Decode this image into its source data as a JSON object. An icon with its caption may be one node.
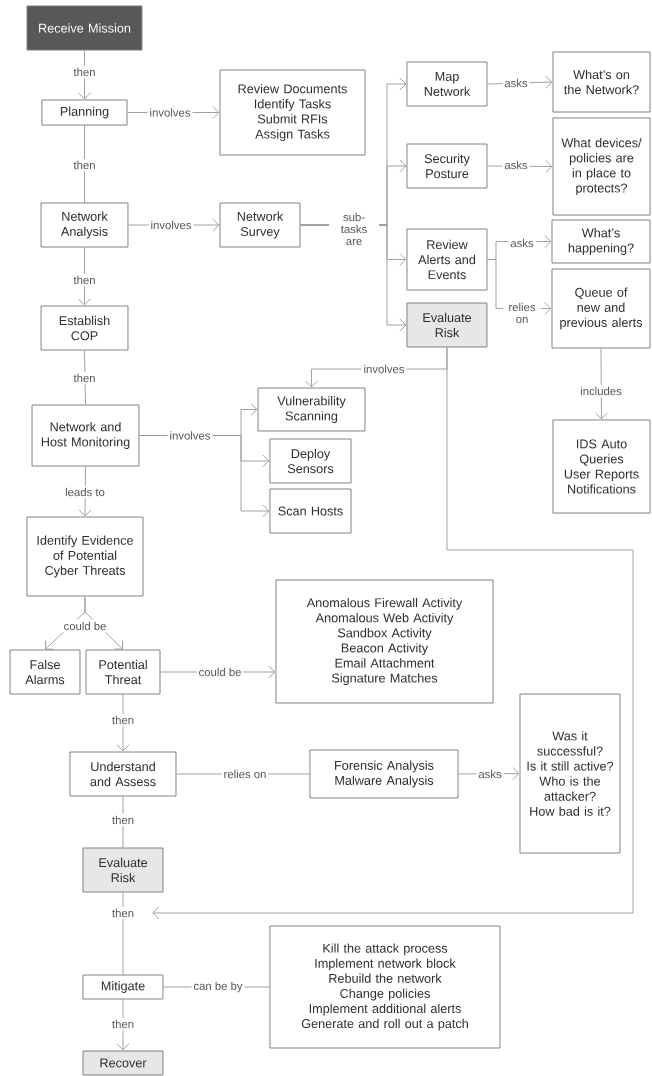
{
  "diagram": {
    "nodes": [
      {
        "text": [
          "Receive Mission"
        ]
      },
      {
        "text": [
          "Planning"
        ]
      },
      {
        "text": [
          "Review Documents",
          "Identify Tasks",
          "Submit RFIs",
          "Assign Tasks"
        ]
      },
      {
        "text": [
          "Network Analysis"
        ]
      },
      {
        "text": [
          "Network Survey"
        ]
      },
      {
        "text": [
          "Map Network"
        ]
      },
      {
        "text": [
          "What’s on the Network?"
        ]
      },
      {
        "text": [
          "Security Posture"
        ]
      },
      {
        "text": [
          "What devices/ policies are in place to protects?"
        ]
      },
      {
        "text": [
          "Review Alerts and Events"
        ]
      },
      {
        "text": [
          "What’s happening?"
        ]
      },
      {
        "text": [
          "Evaluate Risk"
        ]
      },
      {
        "text": [
          "Queue of new and previous alerts"
        ]
      },
      {
        "text": [
          "IDS Auto Queries",
          "User Reports",
          "Notifications"
        ]
      },
      {
        "text": [
          "Establish COP"
        ]
      },
      {
        "text": [
          "Network and Host Monitoring"
        ]
      },
      {
        "text": [
          "Vulnerability Scanning"
        ]
      },
      {
        "text": [
          "Deploy Sensors"
        ]
      },
      {
        "text": [
          "Scan Hosts"
        ]
      },
      {
        "text": [
          "Identify Evidence of Potential Cyber Threats"
        ]
      },
      {
        "text": [
          "False Alarms"
        ]
      },
      {
        "text": [
          "Potential Threat"
        ]
      },
      {
        "text": [
          "Anomalous Firewall Activity",
          "Anomalous Web Activity",
          "Sandbox Activity",
          "Beacon Activity",
          "Email Attachment",
          "Signature Matches"
        ]
      },
      {
        "text": [
          "Understand and Assess"
        ]
      },
      {
        "text": [
          "Forensic Analysis",
          "Malware Analysis"
        ]
      },
      {
        "text": [
          "Was it successful?",
          "Is it still active?",
          "Who is the attacker?",
          "How bad is it?"
        ]
      },
      {
        "text": [
          "Evaluate Risk"
        ]
      },
      {
        "text": [
          "Mitigate"
        ]
      },
      {
        "text": [
          "Kill the attack process",
          "Implement network block",
          "Rebuild the network",
          "Change policies",
          "Implement additional alerts",
          "Generate and roll out a patch"
        ]
      },
      {
        "text": [
          "Recover"
        ]
      }
    ],
    "edges": [
      {
        "from": 0,
        "to": 1,
        "arrow": "to",
        "label": "then"
      },
      {
        "from": 1,
        "to": 2,
        "arrow": "to",
        "label": "involves"
      },
      {
        "from": 1,
        "to": 3,
        "arrow": "none",
        "label": "then"
      },
      {
        "from": 3,
        "to": 4,
        "arrow": "to",
        "label": "involves"
      },
      {
        "from": 3,
        "to": 14,
        "arrow": "to",
        "label": "then"
      },
      {
        "from": 4,
        "to": 5,
        "arrow": "to",
        "label": "sub-tasks are"
      },
      {
        "from": 4,
        "to": 7,
        "arrow": "to"
      },
      {
        "from": 4,
        "to": 9,
        "arrow": "to"
      },
      {
        "from": 4,
        "to": 11,
        "arrow": "to"
      },
      {
        "from": 5,
        "to": 6,
        "arrow": "to",
        "label": "asks"
      },
      {
        "from": 7,
        "to": 8,
        "arrow": "to",
        "label": "asks"
      },
      {
        "from": 9,
        "to": 10,
        "arrow": "to",
        "label": "asks"
      },
      {
        "from": 9,
        "to": 12,
        "arrow": "to",
        "label": "relies on"
      },
      {
        "from": 12,
        "to": 13,
        "arrow": "to",
        "label": "includes"
      },
      {
        "from": 11,
        "to": 16,
        "arrow": "to",
        "label": "involves"
      },
      {
        "from": 11,
        "to": null,
        "arrow": "to"
      },
      {
        "from": 14,
        "to": 15,
        "arrow": "none",
        "label": "then"
      },
      {
        "from": 15,
        "to": 16,
        "arrow": "to",
        "label": "involves"
      },
      {
        "from": 15,
        "to": 17,
        "arrow": "to"
      },
      {
        "from": 15,
        "to": 18,
        "arrow": "to"
      },
      {
        "from": 15,
        "to": 19,
        "arrow": "to",
        "label": "leads to"
      },
      {
        "from": 19,
        "to": 20,
        "arrow": "to",
        "label": "could be"
      },
      {
        "from": 19,
        "to": 21,
        "arrow": "to"
      },
      {
        "from": 21,
        "to": 22,
        "arrow": "to",
        "label": "could be"
      },
      {
        "from": 21,
        "to": 23,
        "arrow": "to",
        "label": "then"
      },
      {
        "from": 23,
        "to": 24,
        "arrow": "none",
        "label": "relies on"
      },
      {
        "from": 24,
        "to": 25,
        "arrow": "to",
        "label": "asks"
      },
      {
        "from": 23,
        "to": 26,
        "arrow": "none",
        "label": "then"
      },
      {
        "from": 26,
        "to": 27,
        "arrow": "none",
        "label": "then"
      },
      {
        "from": 27,
        "to": 28,
        "arrow": "none",
        "label": "can be by"
      },
      {
        "from": 27,
        "to": 29,
        "arrow": "to",
        "label": "then"
      }
    ]
  }
}
